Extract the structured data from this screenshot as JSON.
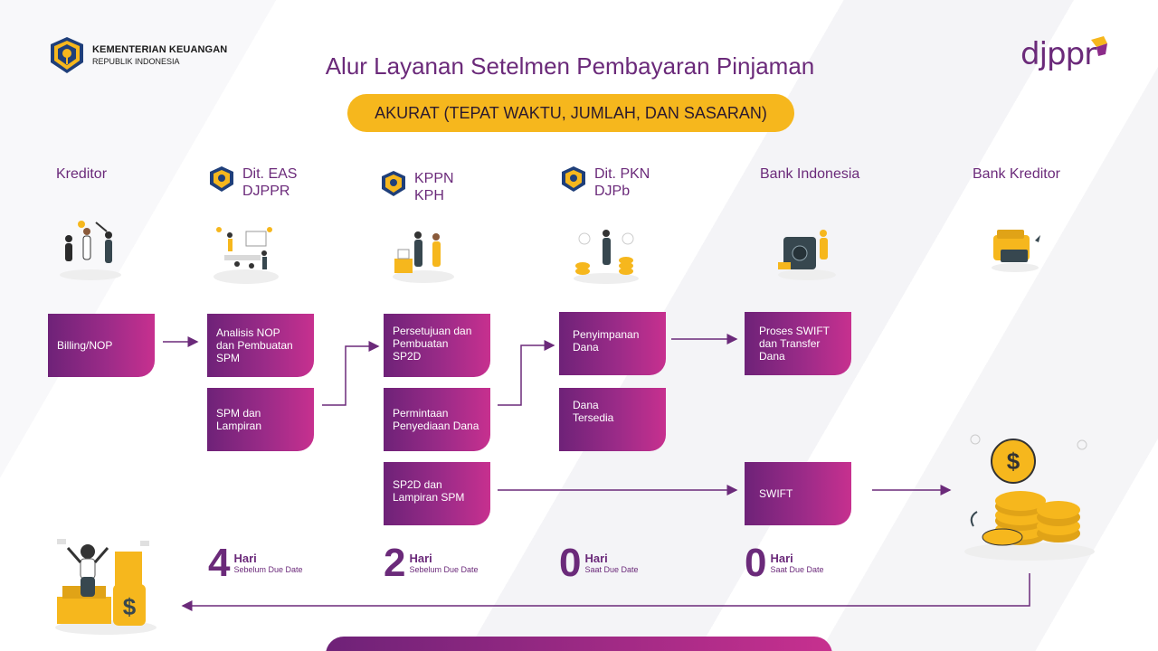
{
  "header": {
    "ministry_line1": "KEMENTERIAN KEUANGAN",
    "ministry_line2": "REPUBLIK INDONESIA",
    "brand": "djppr",
    "title": "Alur Layanan Setelmen Pembayaran Pinjaman",
    "pill": "AKURAT (TEPAT WAKTU, JUMLAH, DAN SASARAN)"
  },
  "columns": [
    {
      "line1": "Kreditor",
      "line2": ""
    },
    {
      "line1": "Dit. EAS",
      "line2": "DJPPR"
    },
    {
      "line1": "KPPN",
      "line2": "KPH"
    },
    {
      "line1": "Dit. PKN",
      "line2": "DJPb"
    },
    {
      "line1": "Bank Indonesia",
      "line2": ""
    },
    {
      "line1": "Bank Kreditor",
      "line2": ""
    }
  ],
  "boxes": {
    "billing": [
      "Billing/NOP"
    ],
    "analisis": [
      "Analisis NOP",
      "dan Pembuatan",
      "SPM"
    ],
    "spm_lampiran": [
      "SPM dan Lampiran"
    ],
    "persetujuan": [
      "Persetujuan dan",
      "Pembuatan",
      "SP2D"
    ],
    "permintaan": [
      "Permintaan",
      "Penyediaan Dana"
    ],
    "sp2d_lampiran": [
      "SP2D dan",
      "Lampiran SPM"
    ],
    "penyimpanan": [
      "Penyimpanan",
      "Dana"
    ],
    "tersedia": [
      "Dana",
      "Tersedia"
    ],
    "swift_proses": [
      "Proses SWIFT",
      "dan Transfer",
      "Dana"
    ],
    "swift": [
      "SWIFT"
    ]
  },
  "timeline": [
    {
      "num": "4",
      "unit": "Hari",
      "desc": "Sebelum Due Date"
    },
    {
      "num": "2",
      "unit": "Hari",
      "desc": "Sebelum Due Date"
    },
    {
      "num": "0",
      "unit": "Hari",
      "desc": "Saat Due Date"
    },
    {
      "num": "0",
      "unit": "Hari",
      "desc": "Saat Due Date"
    }
  ],
  "colors": {
    "purple": "#6b2a7a",
    "magenta": "#c7308f",
    "yellow": "#f6b71d",
    "navy": "#1f3f7a"
  }
}
